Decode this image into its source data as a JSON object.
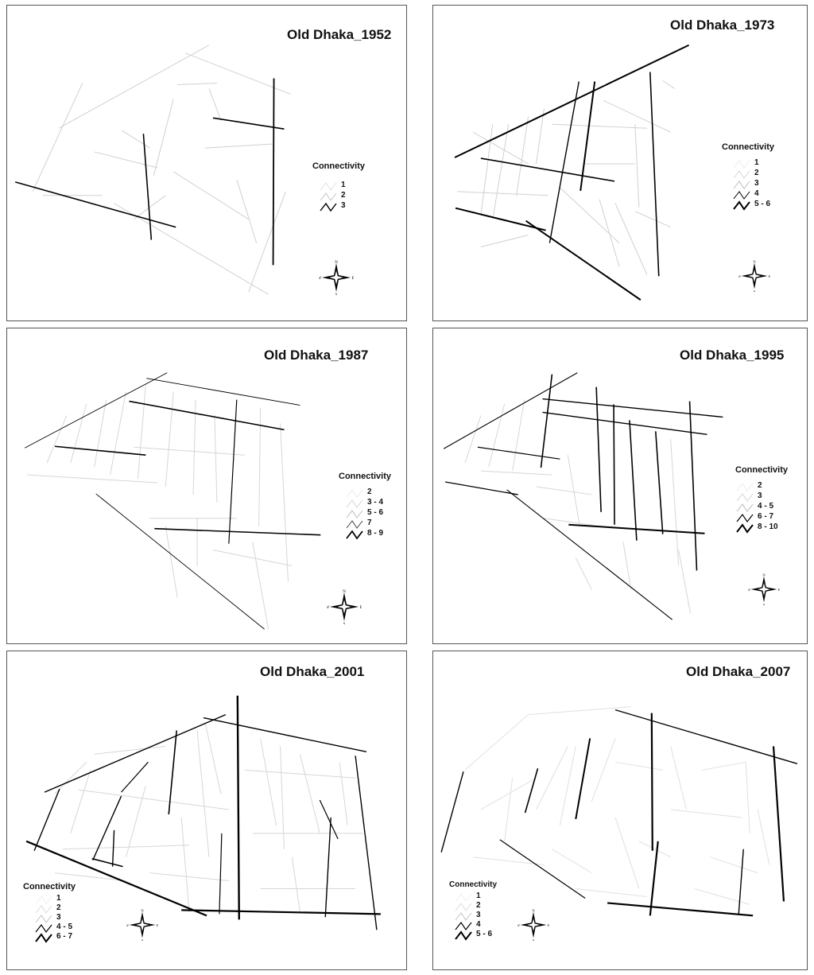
{
  "panels": [
    {
      "title": "Old Dhaka_1952",
      "legend": {
        "title": "Connectivity",
        "classes": [
          "1",
          "2",
          "3"
        ]
      },
      "compass": {
        "n": "N",
        "s": "S",
        "e": "E",
        "w": "W"
      }
    },
    {
      "title": "Old Dhaka_1973",
      "legend": {
        "title": "Connectivity",
        "classes": [
          "1",
          "2",
          "3",
          "4",
          "5 - 6"
        ]
      },
      "compass": {
        "n": "N",
        "s": "S",
        "e": "E",
        "w": "W"
      }
    },
    {
      "title": "Old Dhaka_1987",
      "legend": {
        "title": "Connectivity",
        "classes": [
          "2",
          "3 - 4",
          "5 - 6",
          "7",
          "8 - 9"
        ]
      },
      "compass": {
        "n": "N",
        "s": "S",
        "e": "E",
        "w": "W"
      }
    },
    {
      "title": "Old Dhaka_1995",
      "legend": {
        "title": "Connectivity",
        "classes": [
          "2",
          "3",
          "4 - 5",
          "6 - 7",
          "8 - 10"
        ]
      },
      "compass": {
        "n": "N",
        "s": "S",
        "e": "E",
        "w": "W"
      }
    },
    {
      "title": "Old Dhaka_2001",
      "legend": {
        "title": "Connectivity",
        "classes": [
          "1",
          "2",
          "3",
          "4 - 5",
          "6 - 7"
        ]
      },
      "compass": {
        "n": "N",
        "s": "S",
        "e": "E",
        "w": "W"
      }
    },
    {
      "title": "Old Dhaka_2007",
      "legend": {
        "title": "Connectivity",
        "classes": [
          "1",
          "2",
          "3",
          "4",
          "5 - 6"
        ]
      },
      "compass": {
        "n": "N",
        "s": "S",
        "e": "E",
        "w": "W"
      }
    }
  ],
  "colors": {
    "frame": "#555555",
    "low_connectivity_line": "#cfcfcf",
    "high_connectivity_line": "#000000"
  }
}
